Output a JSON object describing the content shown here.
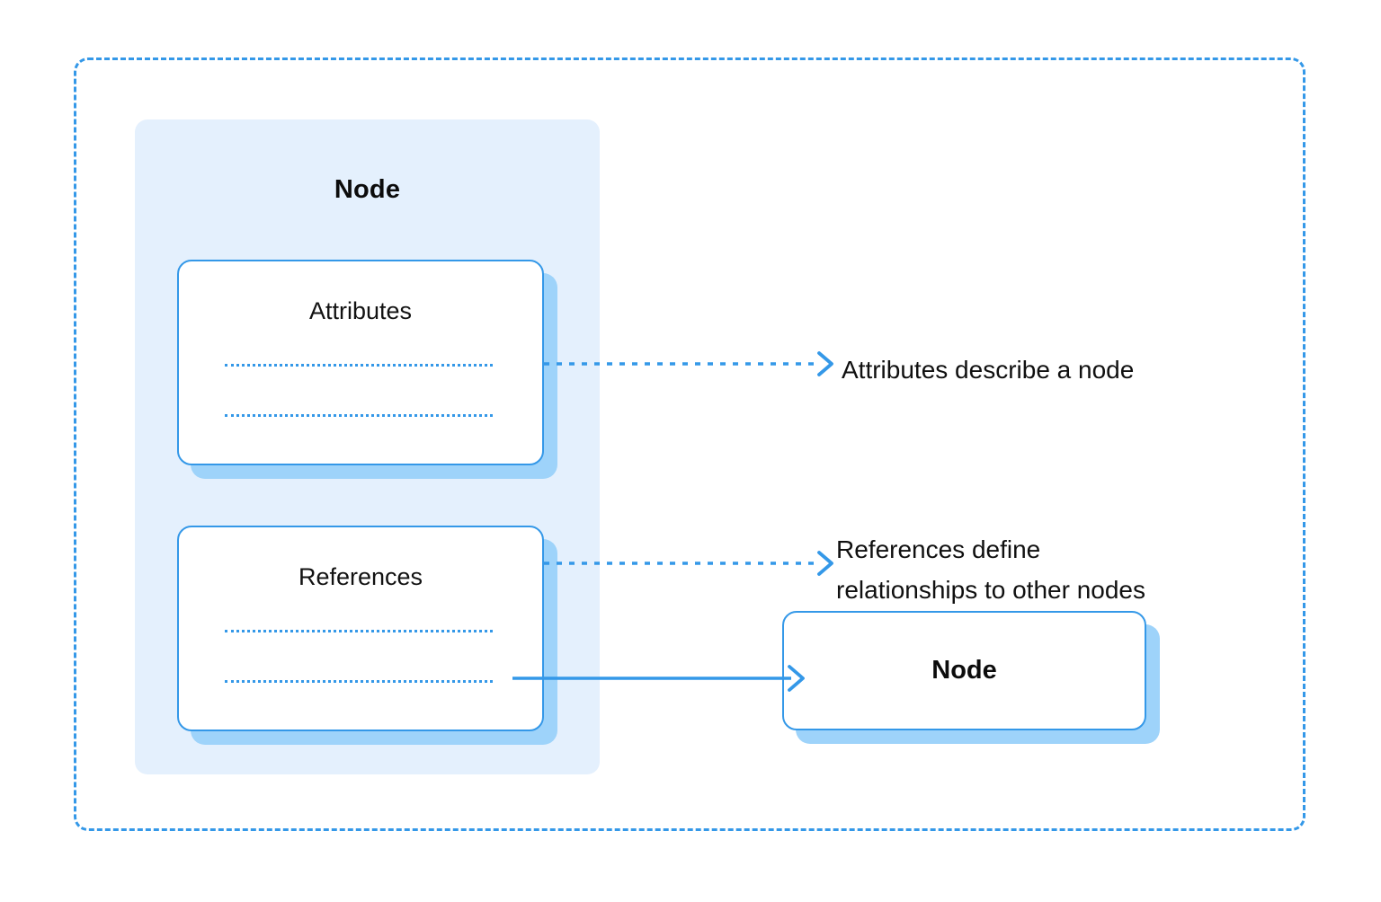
{
  "diagram": {
    "title_hidden": "",
    "panel": {
      "label": "Node",
      "cards": [
        {
          "id": "attributes",
          "label": "Attributes",
          "rows": 2
        },
        {
          "id": "references",
          "label": "References",
          "rows": 2
        }
      ]
    },
    "target_node": {
      "label": "Node"
    },
    "callouts": [
      {
        "id": "attributes-callout",
        "text": "Attributes describe a node"
      },
      {
        "id": "references-callout",
        "text": "References define\nrelationships to other nodes"
      }
    ],
    "connectors": [
      {
        "id": "attributes-to-callout",
        "style": "dotted",
        "arrowhead": "chevron"
      },
      {
        "id": "references-to-callout",
        "style": "dotted",
        "arrowhead": "chevron"
      },
      {
        "id": "references-to-node",
        "style": "solid",
        "arrowhead": "chevron"
      }
    ],
    "colors": {
      "accent": "#3498e8",
      "panel_background": "#e4f0fd",
      "card_shadow": "#9ed3fa",
      "card_fill": "#ffffff",
      "text": "#101010",
      "page_background": "#ffffff"
    }
  }
}
